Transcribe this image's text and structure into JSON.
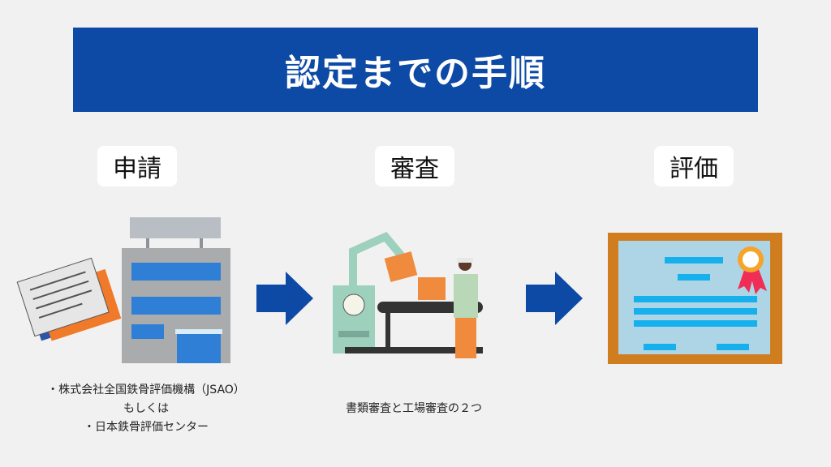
{
  "title": "認定までの手順",
  "steps": [
    {
      "label": "申請",
      "icon": "building-documents-icon",
      "caption_lines": [
        "・株式会社全国鉄骨評価機構（JSAO）",
        "もしくは",
        "・日本鉄骨評価センター"
      ]
    },
    {
      "label": "審査",
      "icon": "factory-inspection-icon",
      "caption_lines": [
        "書類審査と工場審査の２つ"
      ]
    },
    {
      "label": "評価",
      "icon": "certificate-icon",
      "caption_lines": []
    }
  ],
  "colors": {
    "banner": "#0d4aa6",
    "arrow": "#0d4aa6",
    "background": "#f1f1f1"
  }
}
